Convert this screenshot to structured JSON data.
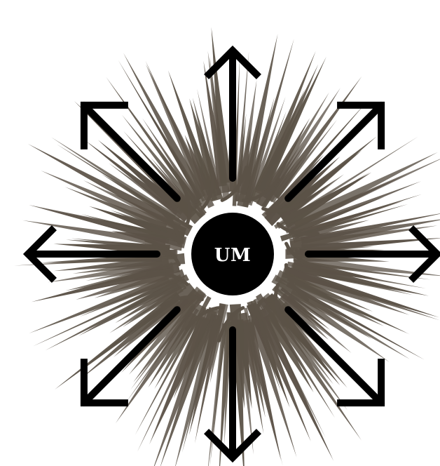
{
  "center": {
    "label": "UM"
  },
  "colors": {
    "burst": "#5b5247",
    "arrow": "#000000",
    "circle": "#000000",
    "label": "#ffffff",
    "background": "#ffffff"
  },
  "arrows": [
    {
      "direction": "up"
    },
    {
      "direction": "up-right"
    },
    {
      "direction": "right"
    },
    {
      "direction": "down-right"
    },
    {
      "direction": "down"
    },
    {
      "direction": "down-left"
    },
    {
      "direction": "left"
    },
    {
      "direction": "up-left"
    }
  ]
}
